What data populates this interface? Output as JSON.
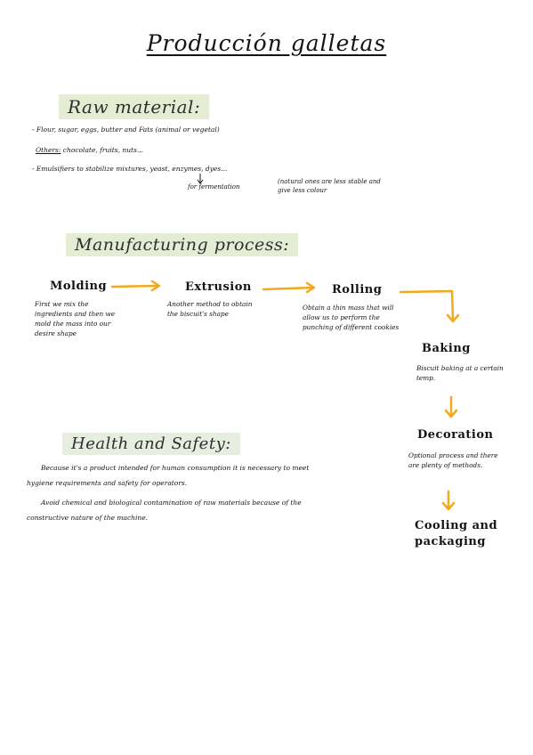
{
  "title": "Producción galletas",
  "raw_material": {
    "heading": "Raw material:",
    "line1": "- Flour, sugar, eggs, butter and Fats (animal or vegetal)",
    "line2_label": "Others:",
    "line2_rest": "chocolate, fruits, nuts...",
    "line3": "- Emulsifiers to stabilize mixtures, yeast, enzymes, dyes...",
    "yeast_note": "for fermentation",
    "dyes_note": "(natural ones are less stable and give less colour"
  },
  "manufacturing": {
    "heading": "Manufacturing process:",
    "steps": [
      {
        "title": "Molding",
        "desc": "First we mix the ingredients and then we mold the mass into our desire shape"
      },
      {
        "title": "Extrusion",
        "desc": "Another method to obtain the biscuit's shape"
      },
      {
        "title": "Rolling",
        "desc": "Obtain a thin mass that will allow us to perform the punching of different cookies"
      },
      {
        "title": "Baking",
        "desc": "Biscuit baking at a certain temp."
      },
      {
        "title": "Decoration",
        "desc": "Optional process and there are plenty of methods."
      },
      {
        "title": "Cooling and packaging",
        "desc": ""
      }
    ]
  },
  "health": {
    "heading": "Health and Safety:",
    "para1": "Because it's a product intended for human consumption it is necessary to meet hygiene requirements and safety for operators.",
    "para2": "Avoid chemical and biological contamination of raw materials because of the constructive nature of the machine."
  },
  "colors": {
    "arrow": "#f2a91c",
    "highlight": "#e4ecd4",
    "ink": "#141414"
  }
}
